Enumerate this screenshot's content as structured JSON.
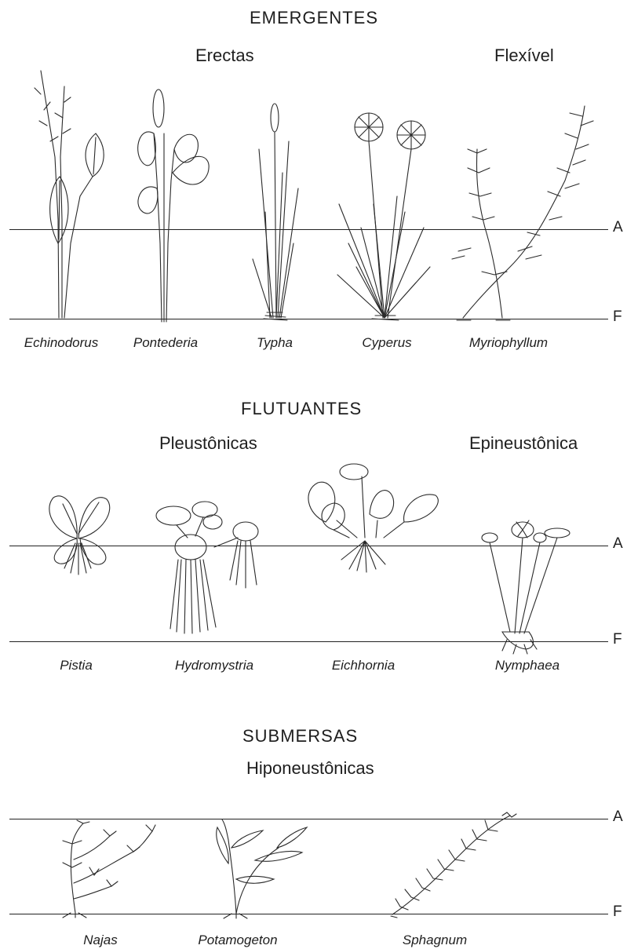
{
  "sections": {
    "emergentes": {
      "title": "EMERGENTES",
      "sub_left": "Erectas",
      "sub_right": "Flexível"
    },
    "flutuantes": {
      "title": "FLUTUANTES",
      "sub_left": "Pleustônicas",
      "sub_right": "Epineustônica"
    },
    "submersas": {
      "title": "SUBMERSAS",
      "sub_center": "Hiponeustônicas"
    }
  },
  "line_labels": {
    "surface": "A",
    "bottom": "F"
  },
  "genera": {
    "emergentes": [
      "Echinodorus",
      "Pontederia",
      "Typha",
      "Cyperus",
      "Myriophyllum"
    ],
    "flutuantes": [
      "Pistia",
      "Hydromystria",
      "Eichhornia",
      "Nymphaea"
    ],
    "submersas": [
      "Najas",
      "Potamogeton",
      "Sphagnum"
    ]
  }
}
